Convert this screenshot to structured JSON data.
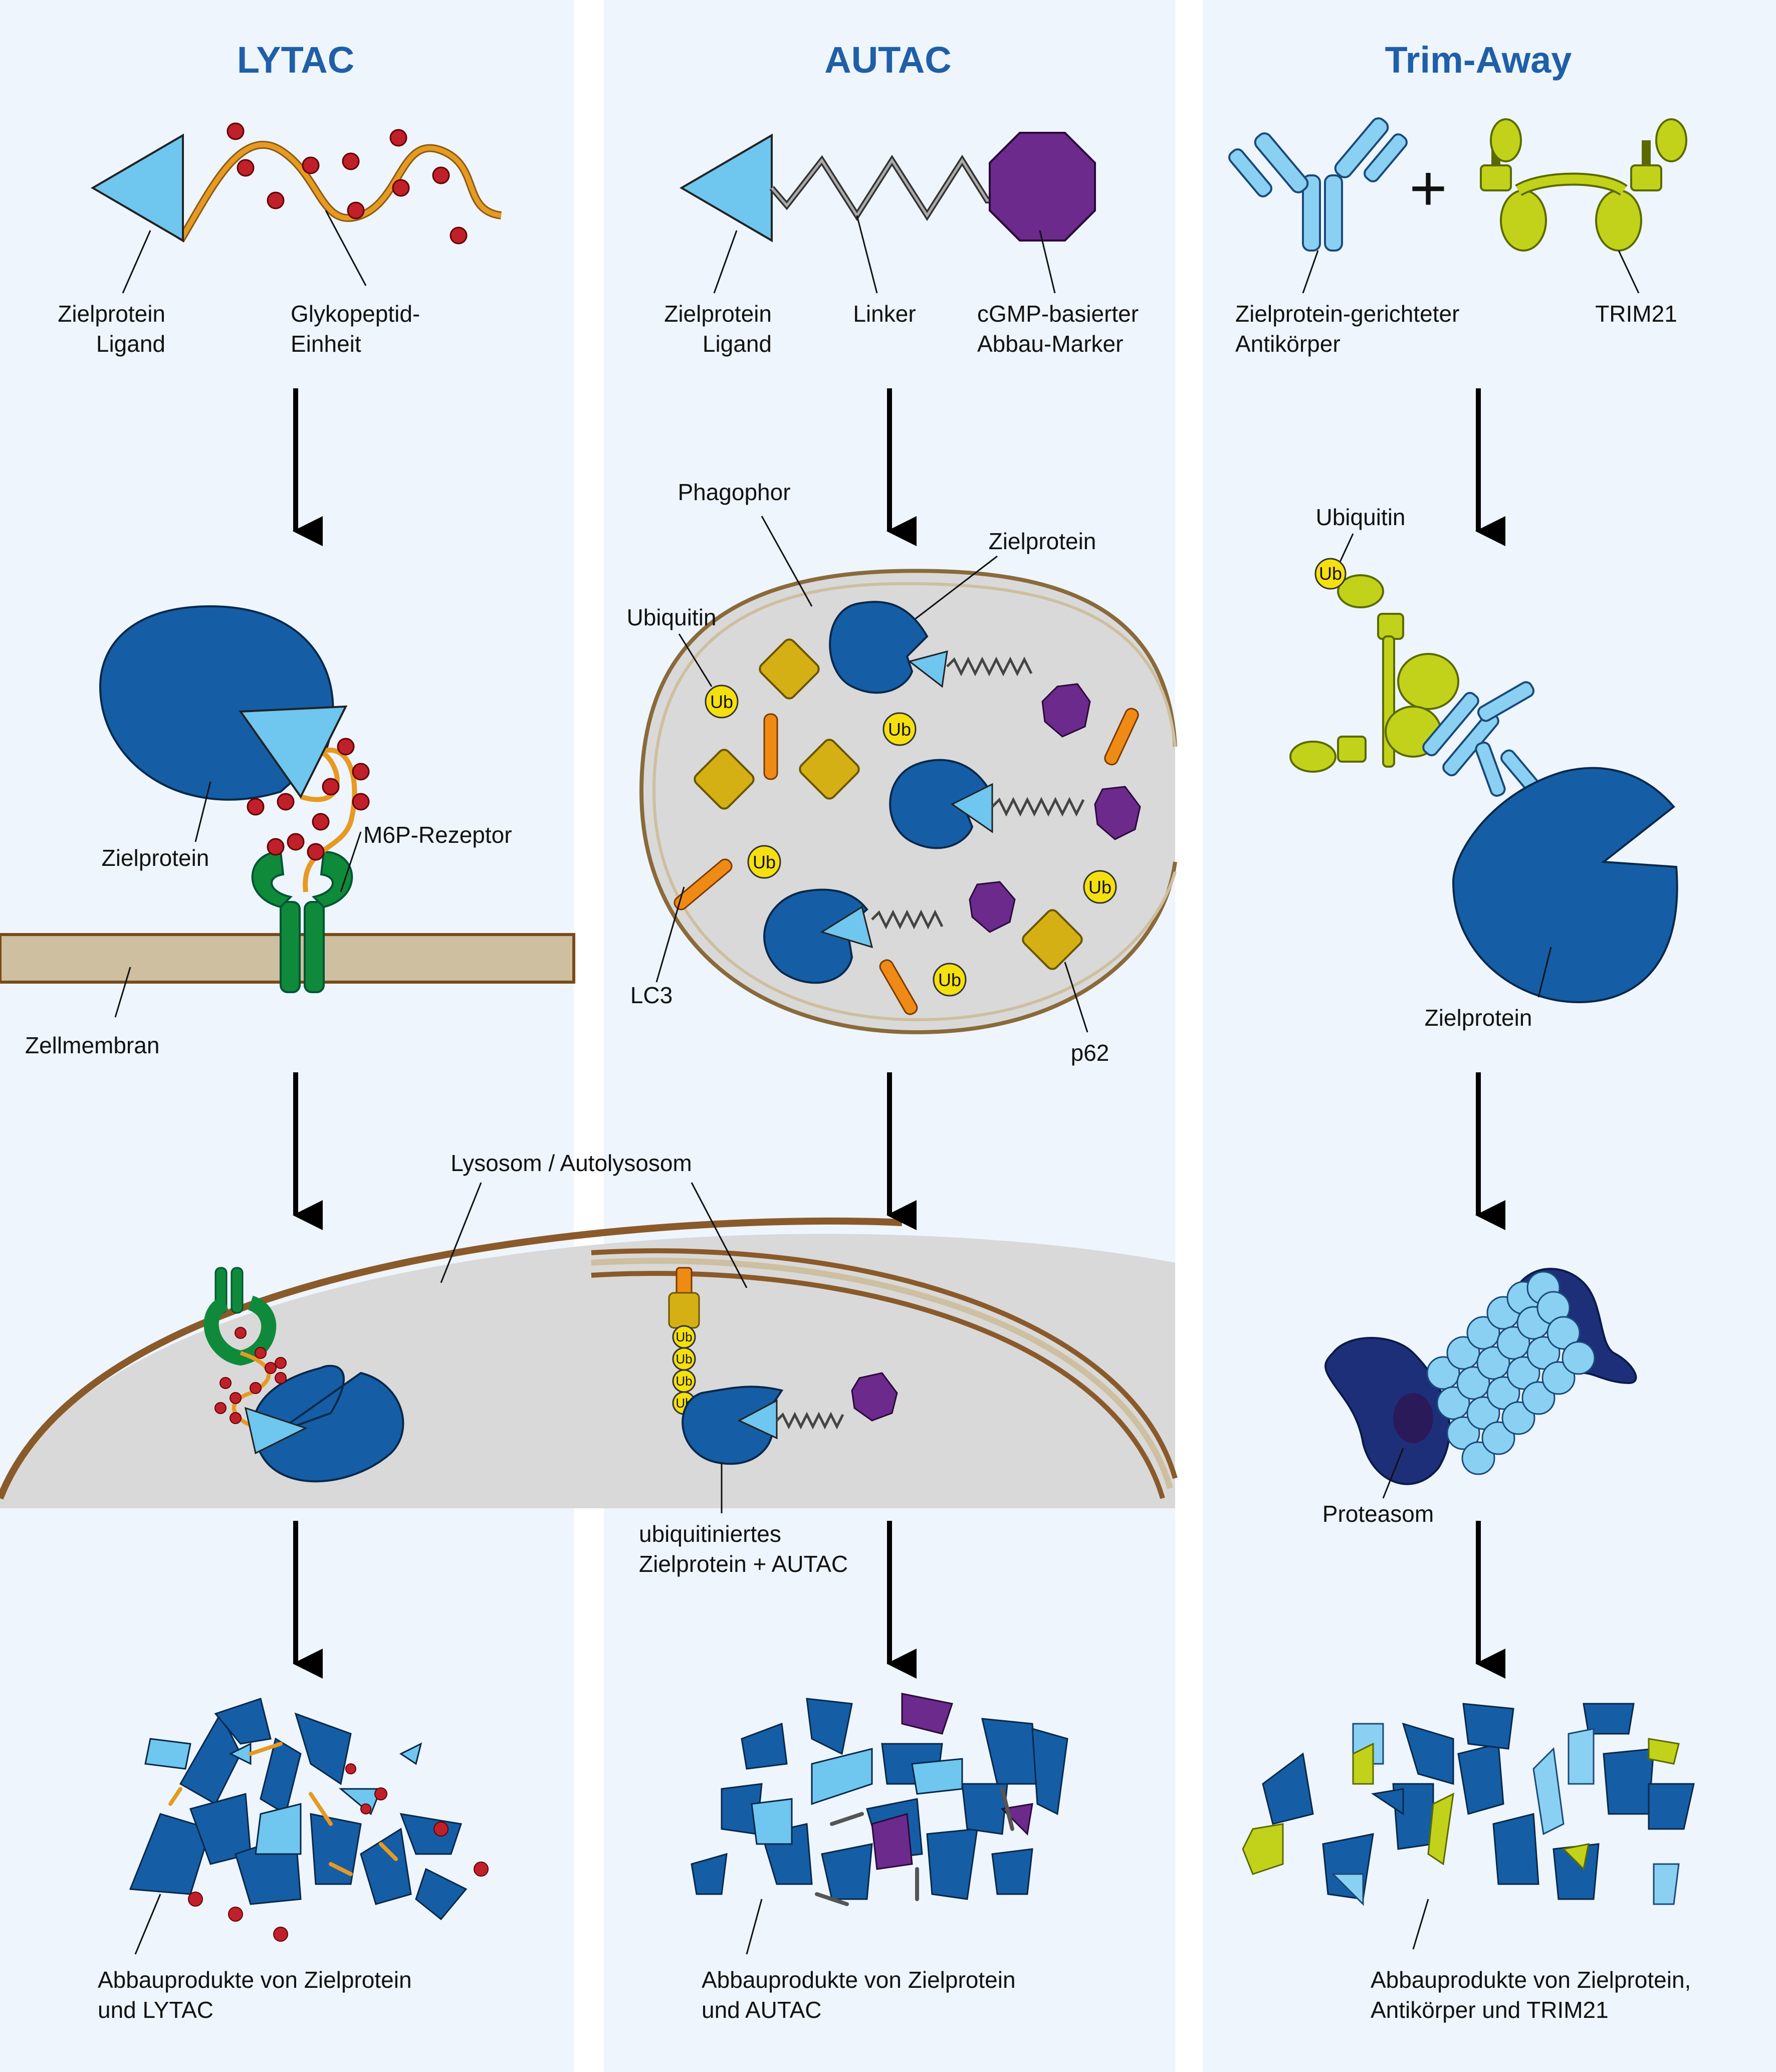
{
  "colors": {
    "panel_bg": "#eef5fd",
    "target_protein": "#155ea5",
    "ligand": "#6fc6ef",
    "glycopeptide": "#e69a22",
    "m6p_dot": "#c0202a",
    "receptor": "#0f8a3a",
    "membrane": "#cdbf9f",
    "lysosome": "#d9d9d9",
    "lysosome_border": "#8a5a2a",
    "degron": "#6c2a8c",
    "p62": "#d5b015",
    "lc3": "#ef8a14",
    "ubiquitin": "#f5e00f",
    "trim21": "#c2d21a",
    "proteasome_dark": "#1e2f7a",
    "proteasome_light": "#8ad0f2",
    "title_blue": "#1f5fa8"
  },
  "lytac": {
    "title": "LYTAC",
    "ligand_label": [
      "Zielprotein",
      "Ligand"
    ],
    "glyco_label": [
      "Glykopeptid-",
      "Einheit"
    ],
    "target_label": "Zielprotein",
    "receptor_label": "M6P-Rezeptor",
    "membrane_label": "Zellmembran",
    "products_label": [
      "Abbauprodukte von Zielprotein",
      "und LYTAC"
    ]
  },
  "autac": {
    "title": "AUTAC",
    "ligand_label": [
      "Zielprotein",
      "Ligand"
    ],
    "linker_label": "Linker",
    "marker_label": [
      "cGMP-basierter",
      "Abbau-Marker"
    ],
    "phagophore_label": "Phagophor",
    "target_label": "Zielprotein",
    "ubiquitin_label": "Ubiquitin",
    "lc3_label": "LC3",
    "p62_label": "p62",
    "ubiq_target_label": [
      "ubiquitiniertes",
      "Zielprotein + AUTAC"
    ],
    "products_label": [
      "Abbauprodukte von Zielprotein",
      "und AUTAC"
    ]
  },
  "shared": {
    "lysosome_label": "Lysosom / Autolysosom",
    "ub_text": "Ub"
  },
  "trim": {
    "title": "Trim-Away",
    "plus": "+",
    "antibody_label": [
      "Zielprotein-gerichteter",
      "Antikörper"
    ],
    "trim_label": "TRIM21",
    "ubiquitin_label": "Ubiquitin",
    "target_label": "Zielprotein",
    "proteasome_label": "Proteasom",
    "products_label": [
      "Abbauprodukte von Zielprotein,",
      "Antikörper und TRIM21"
    ]
  }
}
